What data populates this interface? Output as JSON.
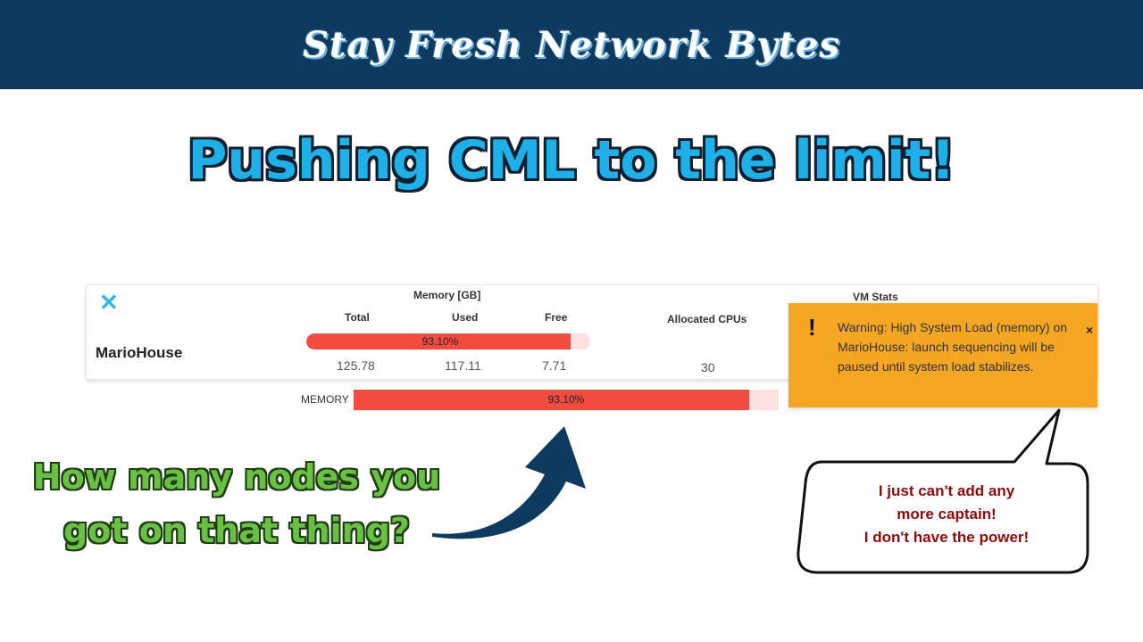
{
  "banner": {
    "title": "Stay Fresh Network Bytes"
  },
  "headline": "Pushing CML to the limit!",
  "dashboard": {
    "close_icon": "✕",
    "lab_name": "MarioHouse",
    "memory_header": "Memory [GB]",
    "col_total": "Total",
    "col_used": "Used",
    "col_free": "Free",
    "col_cpus": "Allocated CPUs",
    "vm_stats_header": "VM Stats",
    "memory_pct_label": "93.10%",
    "memory_pct": 93.1,
    "total": "125.78",
    "used": "117.11",
    "free": "7.71",
    "cpus": "30",
    "memory_bar_label": "MEMORY",
    "memory_bar_pct_label": "93.10%",
    "colors": {
      "bar_fill": "#f44b41",
      "bar_track": "#fde0e0",
      "accent": "#38b5e6"
    }
  },
  "toast": {
    "icon": "exclamation-icon",
    "icon_glyph": "!",
    "message": "Warning: High System Load (memory) on MarioHouse: launch sequencing will be paused until system load stabilizes.",
    "close": "×",
    "color": "#f5a623"
  },
  "caption": {
    "line1": "How many nodes you",
    "line2": "got on that thing?"
  },
  "bubble": {
    "line1": "I just can't add any",
    "line2": "more captain!",
    "line3": "I don't have the power!"
  }
}
